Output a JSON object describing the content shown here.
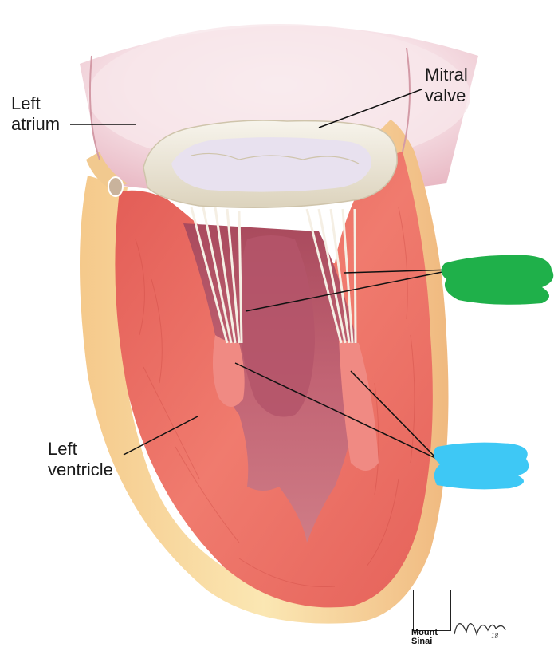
{
  "labels": {
    "left_atrium": [
      "Left",
      "atrium"
    ],
    "mitral_valve": [
      "Mitral",
      "valve"
    ],
    "left_ventricle": [
      "Left",
      "ventricle"
    ]
  },
  "logo": {
    "name_lines": [
      "Mount",
      "Sinai"
    ]
  },
  "signature": "M. Williams '18",
  "redaction_colors": {
    "green": "#1fb04a",
    "blue": "#3ec8f5"
  },
  "colors": {
    "myocardium": "#ec6f65",
    "valve": "#efe9da",
    "atrium": "#f6dde3",
    "cavity": "#b9586a"
  }
}
